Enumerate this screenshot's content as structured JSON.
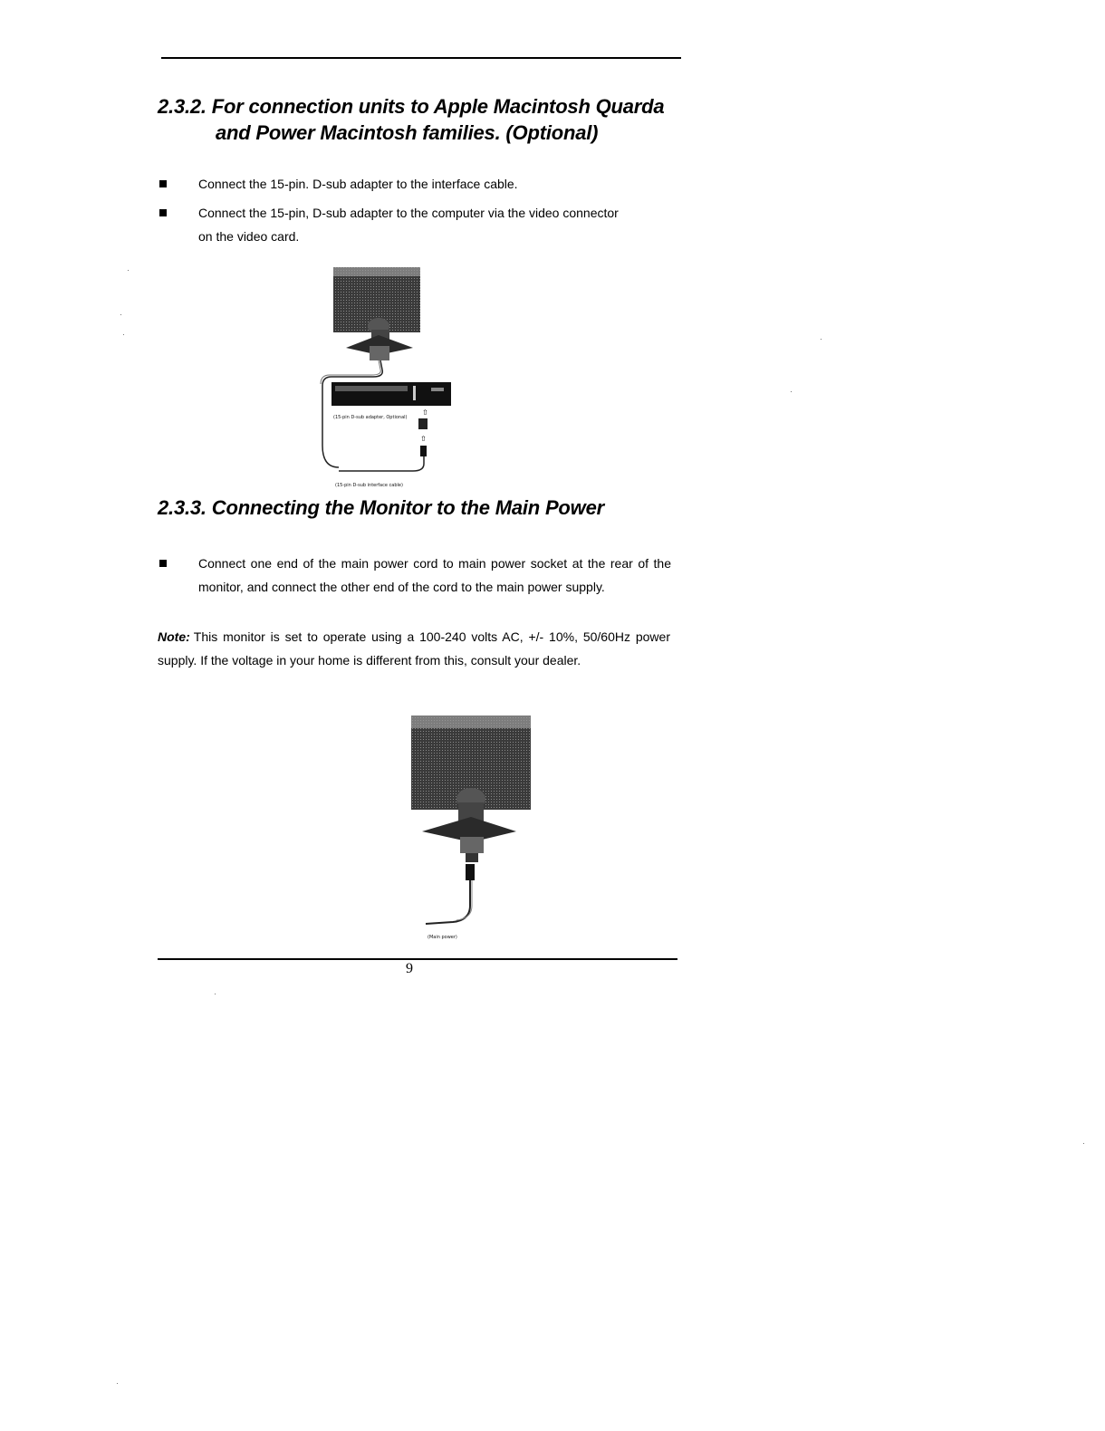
{
  "section_232": {
    "number": "2.3.2.",
    "title_line1": "For connection units to Apple Macintosh Quarda",
    "title_line2": "and Power Macintosh families. (Optional)",
    "bullets": [
      "Connect the 15-pin. D-sub adapter to the interface cable.",
      "Connect the 15-pin, D-sub adapter to the computer via the video connector on the video card."
    ],
    "figure": {
      "label_adapter": "(15-pin D-sub adapter, Optional)",
      "label_cable": "(15-pin D-sub interface cable)"
    }
  },
  "section_233": {
    "number": "2.3.3.",
    "title": "Connecting the Monitor to the Main Power",
    "bullets": [
      "Connect one end of the main power cord to main power socket at the rear of the monitor, and connect the other end of the cord to the main power supply."
    ],
    "note_label": "Note:",
    "note_text": "This monitor is set to operate using a 100-240 volts AC, +/- 10%, 50/60Hz power supply. If the voltage in your home is different from this, consult your dealer.",
    "figure": {
      "label_power": "(Main power)"
    }
  },
  "footer": {
    "page_number": "9"
  }
}
